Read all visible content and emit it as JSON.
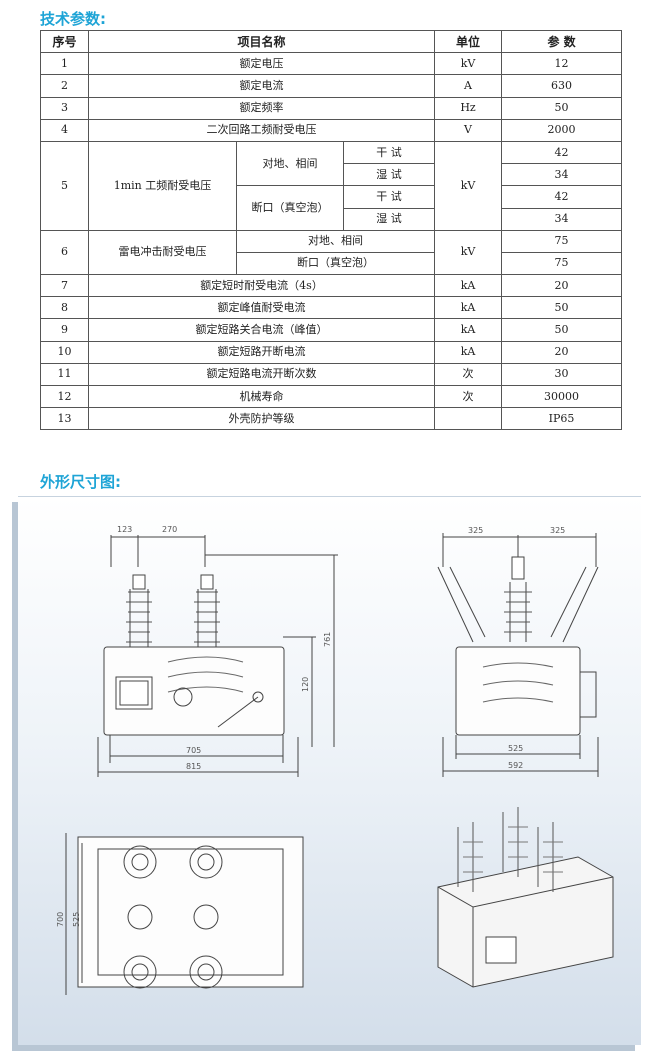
{
  "sections": {
    "spec_title": "技术参数:",
    "figure_title": "外形尺寸图:"
  },
  "table": {
    "headers": {
      "no": "序号",
      "name": "项目名称",
      "unit": "单位",
      "value": "参 数"
    },
    "rows": [
      {
        "no": "1",
        "name": "额定电压",
        "unit": "kV",
        "value": "12"
      },
      {
        "no": "2",
        "name": "额定电流",
        "unit": "A",
        "value": "630"
      },
      {
        "no": "3",
        "name": "额定频率",
        "unit": "Hz",
        "value": "50"
      },
      {
        "no": "4",
        "name": "二次回路工频耐受电压",
        "unit": "V",
        "value": "2000"
      },
      {
        "no": "5",
        "name": "1min 工频耐受电压",
        "unit": "kV",
        "sub1": "对地、相间",
        "sub2": "断口（真空泡）",
        "t1": "干 试",
        "t2": "湿 试",
        "t3": "干 试",
        "t4": "湿 试",
        "v1": "42",
        "v2": "34",
        "v3": "42",
        "v4": "34"
      },
      {
        "no": "6",
        "name": "雷电冲击耐受电压",
        "unit": "kV",
        "sub1": "对地、相间",
        "sub2": "断口（真空泡）",
        "v1": "75",
        "v2": "75"
      },
      {
        "no": "7",
        "name": "额定短时耐受电流（4s）",
        "unit": "kA",
        "value": "20"
      },
      {
        "no": "8",
        "name": "额定峰值耐受电流",
        "unit": "kA",
        "value": "50"
      },
      {
        "no": "9",
        "name": "额定短路关合电流（峰值）",
        "unit": "kA",
        "value": "50"
      },
      {
        "no": "10",
        "name": "额定短路开断电流",
        "unit": "kA",
        "value": "20"
      },
      {
        "no": "11",
        "name": "额定短路电流开断次数",
        "unit": "次",
        "value": "30"
      },
      {
        "no": "12",
        "name": "机械寿命",
        "unit": "次",
        "value": "30000"
      },
      {
        "no": "13",
        "name": "外壳防护等级",
        "unit": "",
        "value": "IP65"
      }
    ]
  },
  "drawing": {
    "front_dims": {
      "d123": "123",
      "d270": "270",
      "d705": "705",
      "d815": "815",
      "d120": "120",
      "d761": "761"
    },
    "side_dims": {
      "d325a": "325",
      "d325b": "325",
      "d525": "525",
      "d592": "592"
    },
    "top_dims": {
      "d700": "700",
      "d525": "525"
    }
  }
}
